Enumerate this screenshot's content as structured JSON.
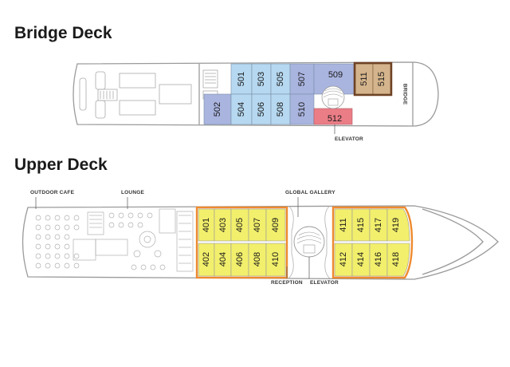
{
  "colors": {
    "outline": "#9a9a9a",
    "blue": "#b6d8f0",
    "purple": "#a9b4df",
    "red": "#eb7d86",
    "tan": "#d4b48c",
    "yellow": "#f2ef6c",
    "orange": "#ef8a2e",
    "brown": "#6e4225"
  },
  "bridge_deck": {
    "title": "Bridge Deck",
    "bridge_label": "BRIDGE",
    "elevator_label": "ELEVATOR",
    "cabins": [
      {
        "number": "501",
        "color": "blue"
      },
      {
        "number": "503",
        "color": "blue"
      },
      {
        "number": "505",
        "color": "blue"
      },
      {
        "number": "507",
        "color": "purple"
      },
      {
        "number": "509",
        "color": "purple"
      },
      {
        "number": "511",
        "color": "tan"
      },
      {
        "number": "515",
        "color": "tan"
      },
      {
        "number": "502",
        "color": "purple"
      },
      {
        "number": "504",
        "color": "blue"
      },
      {
        "number": "506",
        "color": "blue"
      },
      {
        "number": "508",
        "color": "blue"
      },
      {
        "number": "510",
        "color": "purple"
      },
      {
        "number": "512",
        "color": "red"
      }
    ]
  },
  "upper_deck": {
    "title": "Upper Deck",
    "labels": {
      "outdoor_cafe": "OUTDOOR CAFE",
      "lounge": "LOUNGE",
      "global_gallery": "GLOBAL GALLERY",
      "reception": "RECEPTION",
      "elevator": "ELEVATOR"
    },
    "cabins": [
      {
        "number": "401",
        "color": "yellow"
      },
      {
        "number": "403",
        "color": "yellow"
      },
      {
        "number": "405",
        "color": "yellow"
      },
      {
        "number": "407",
        "color": "yellow"
      },
      {
        "number": "409",
        "color": "yellow"
      },
      {
        "number": "402",
        "color": "yellow"
      },
      {
        "number": "404",
        "color": "yellow"
      },
      {
        "number": "406",
        "color": "yellow"
      },
      {
        "number": "408",
        "color": "yellow"
      },
      {
        "number": "410",
        "color": "yellow"
      },
      {
        "number": "411",
        "color": "yellow"
      },
      {
        "number": "415",
        "color": "yellow"
      },
      {
        "number": "417",
        "color": "yellow"
      },
      {
        "number": "419",
        "color": "yellow"
      },
      {
        "number": "412",
        "color": "yellow"
      },
      {
        "number": "414",
        "color": "yellow"
      },
      {
        "number": "416",
        "color": "yellow"
      },
      {
        "number": "418",
        "color": "yellow"
      }
    ]
  }
}
